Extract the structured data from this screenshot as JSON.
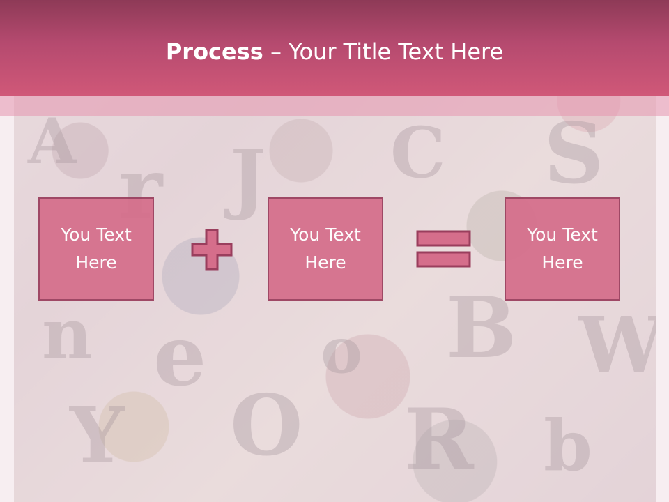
{
  "slide": {
    "title_bold": "Process",
    "title_dash": " – ",
    "title_rest": "Your Title Text Here",
    "boxes": [
      {
        "line1": "You Text",
        "line2": "Here"
      },
      {
        "line1": "You Text",
        "line2": "Here"
      },
      {
        "line1": "You Text",
        "line2": "Here"
      }
    ],
    "operators": [
      "plus",
      "equals"
    ]
  },
  "colors": {
    "header": "#b54a6f",
    "box_fill": "#d56e8b",
    "box_border": "#9a3e5d",
    "operator_fill": "#d56e8b",
    "operator_stroke": "#9a3e5d"
  }
}
